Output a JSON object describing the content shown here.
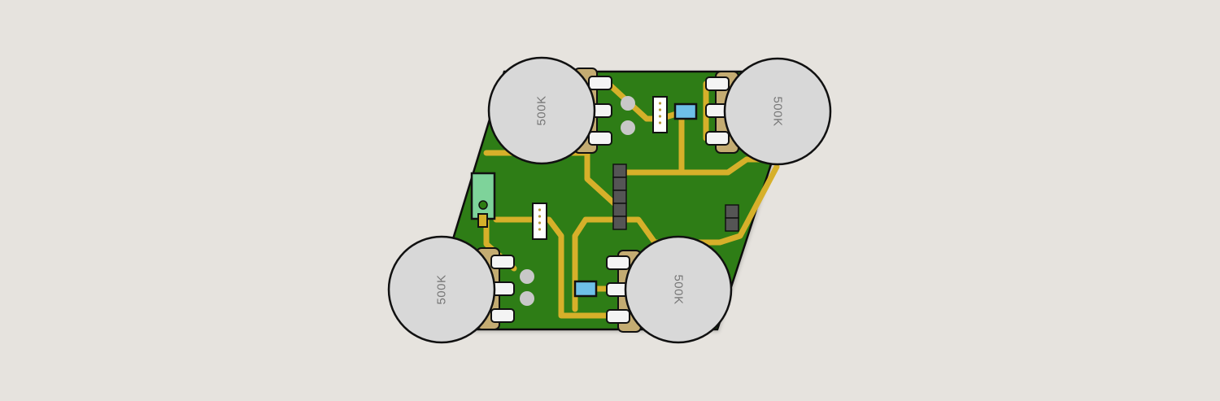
{
  "board": {
    "pcb_color": "#2e7d12",
    "trace_color": "#d6b02a",
    "background_color": "#e6e3de"
  },
  "pots": [
    {
      "id": "pot-top-left",
      "label": "500K"
    },
    {
      "id": "pot-top-right",
      "label": "500K"
    },
    {
      "id": "pot-bottom-left",
      "label": "500K"
    },
    {
      "id": "pot-bottom-right",
      "label": "500K"
    }
  ],
  "colors": {
    "pot_body": "#d8d8d8",
    "pot_outline": "#111111",
    "solder_lug": "#c4ac72",
    "pin": "#f4f4f4",
    "capacitor": "#6ec0e8",
    "header": "#555555",
    "jack": "#7ed39a",
    "pad": "#c8c8c8"
  }
}
